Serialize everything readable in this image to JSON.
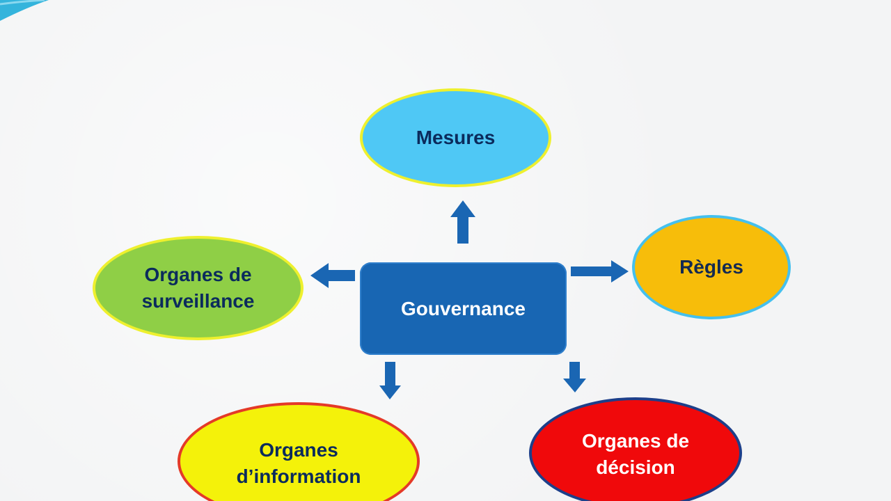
{
  "diagram": {
    "center": {
      "label": "Gouvernance"
    },
    "nodes": {
      "mesures": {
        "label": "Mesures"
      },
      "regles": {
        "label": "Règles"
      },
      "surveillance": {
        "line1": "Organes de",
        "line2": "surveillance"
      },
      "information": {
        "line1": "Organes",
        "line2": "d’information"
      },
      "decision": {
        "line1": "Organes de",
        "line2": "décision"
      }
    },
    "colors": {
      "center_fill": "#1866b3",
      "arrow": "#1a66b3",
      "mesures_fill": "#4fc8f5",
      "regles_fill": "#f7bd0a",
      "surveillance_fill": "#8fcf46",
      "information_fill": "#f4f20a",
      "decision_fill": "#f0090b"
    }
  }
}
